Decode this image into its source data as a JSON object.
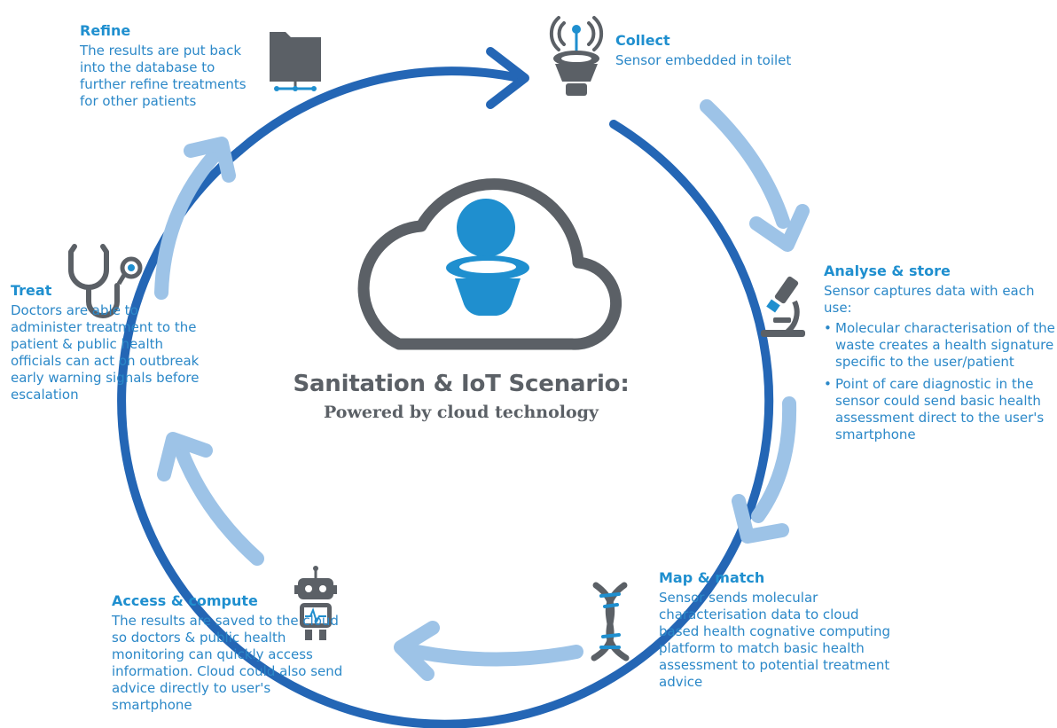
{
  "title": "Sanitation & IoT Scenario:",
  "subtitle": "Powered by cloud technology",
  "colors": {
    "dark_blue": "#2466b5",
    "light_blue": "#9dc3e7",
    "accent_blue": "#1f8fcf",
    "gray": "#5b6066"
  },
  "steps": {
    "collect": {
      "heading": "Collect",
      "text": "Sensor embedded in toilet",
      "icon": "wireless-toilet-sensor-icon"
    },
    "analyse": {
      "heading": "Analyse & store",
      "text": "Sensor captures data with each use:",
      "bullets": [
        "Molecular characterisation of the waste creates a health signature specific to the user/patient",
        "Point of care diagnostic in the sensor could send basic health assessment direct to the user's smartphone"
      ],
      "icon": "microscope-icon"
    },
    "map": {
      "heading": "Map & match",
      "text": "Sensor sends molecular characterisation data to cloud based health cognative computing platform to match basic health assessment to potential treatment advice",
      "icon": "dna-icon"
    },
    "access": {
      "heading": "Access & compute",
      "text": "The results are saved to the cloud so doctors & public health monitoring can quickly access information. Cloud could also send advice directly to user's smartphone",
      "icon": "robot-icon"
    },
    "treat": {
      "heading": "Treat",
      "text": "Doctors are able to administer treatment to the patient & public health officials can act on outbreak early warning signals before escalation",
      "icon": "stethoscope-icon"
    },
    "refine": {
      "heading": "Refine",
      "text": "The results are put back into the database to further refine treatments for other patients",
      "icon": "network-folder-icon"
    }
  }
}
